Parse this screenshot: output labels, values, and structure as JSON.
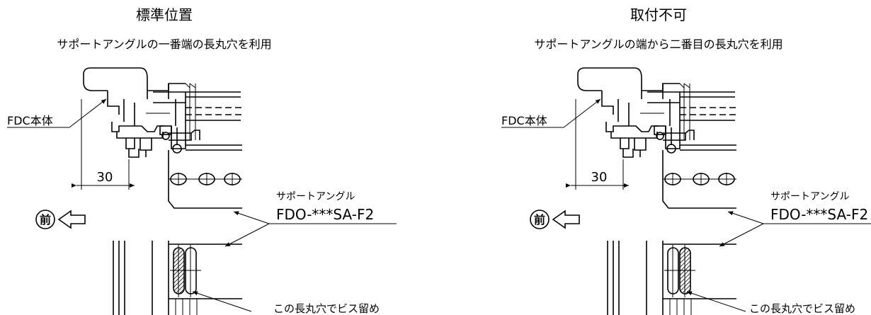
{
  "left": {
    "title": "標準位置",
    "subtitle": "サポートアングルの一番端の長丸穴を利用",
    "fdc_label": "FDC本体",
    "dimension": "30",
    "angle_label": "サポートアングル",
    "part_code": "FDO-***SA-F2",
    "screw_note": "この長丸穴でビス留め",
    "front_symbol": "前"
  },
  "right": {
    "title": "取付不可",
    "subtitle": "サポートアングルの端から二番目の長丸穴を利用",
    "fdc_label": "FDC本体",
    "dimension": "30",
    "angle_label": "サポートアングル",
    "part_code": "FDO-***SA-F2",
    "screw_note": "この長丸穴でビス留め",
    "front_symbol": "前"
  }
}
